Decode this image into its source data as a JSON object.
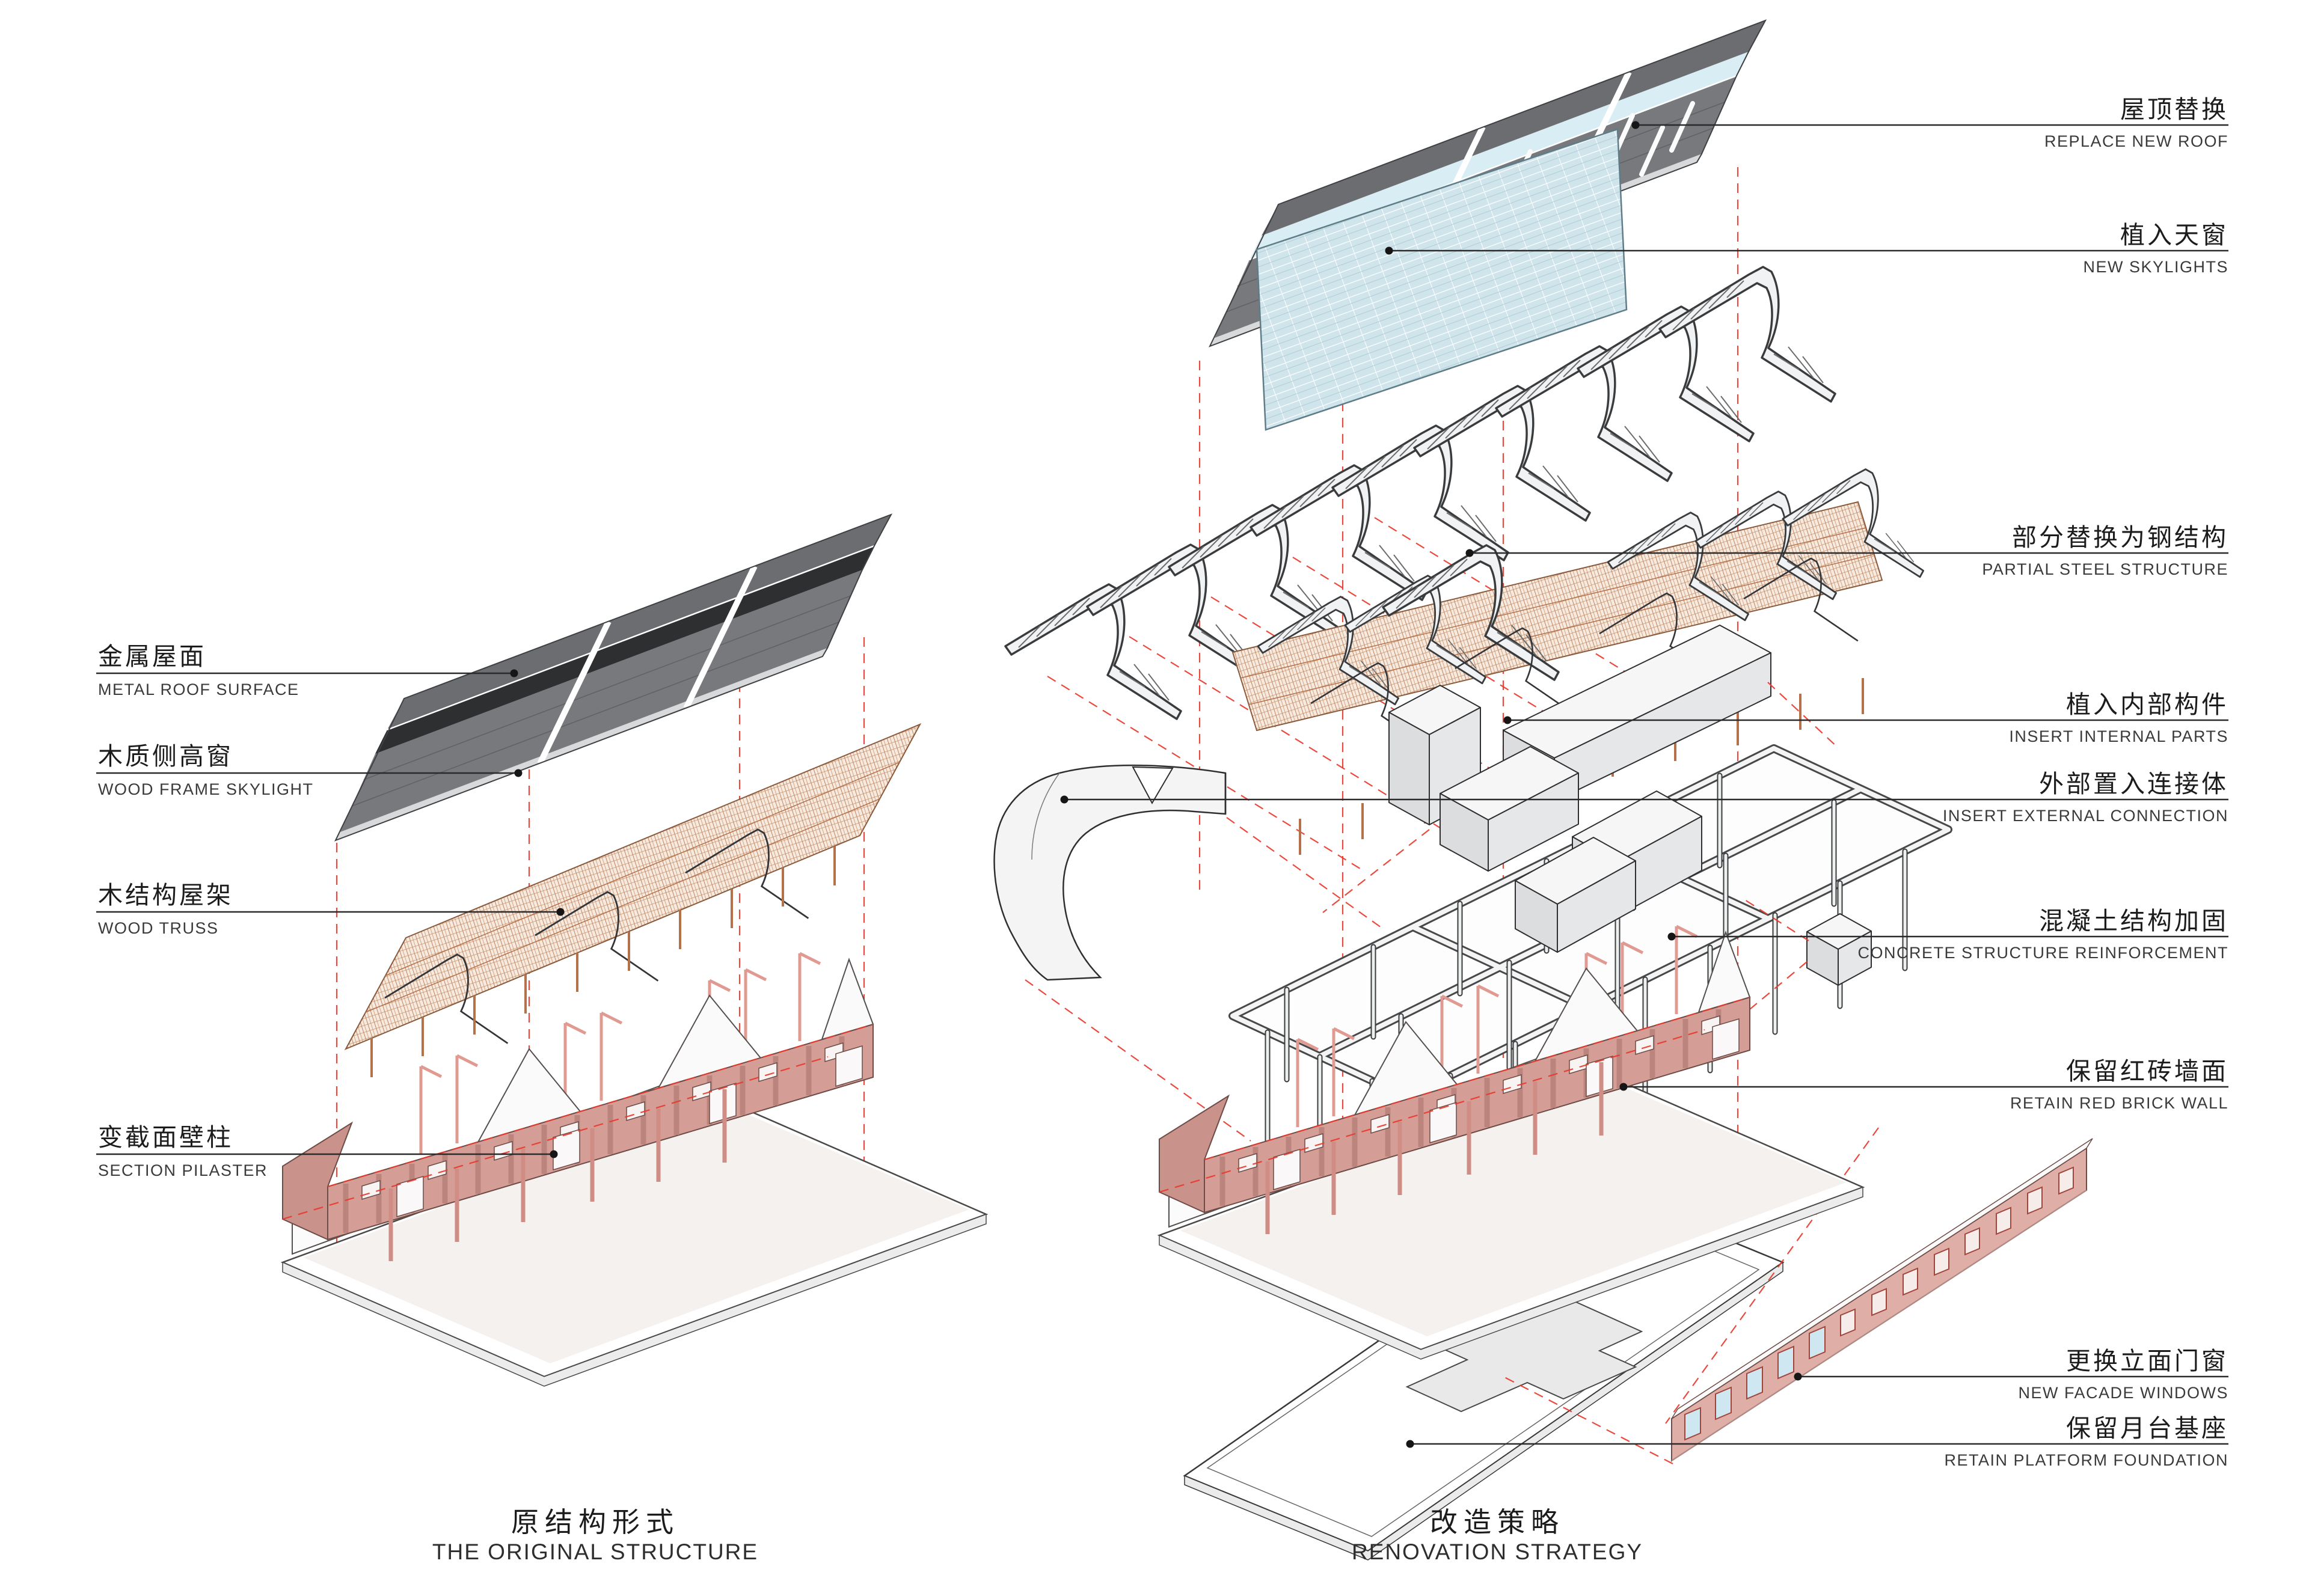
{
  "colors": {
    "background": "#ffffff",
    "ink": "#1c1c1c",
    "leader_line": "#2a2a2a",
    "dashed_red": "#e8392e",
    "roof_gray": "#77797c",
    "roof_dark_band": "#2e2f31",
    "ridge_skylight_blue": "#d9edf4",
    "glass_grid_blue": "#cfe4eb",
    "wood_truss_orange": "#b5714a",
    "steel_truss_gray": "#f0f2f3",
    "brick_pink": "#d49e97",
    "concrete_white": "#f4f4f5"
  },
  "diagrams": [
    {
      "id": "original-structure",
      "caption": {
        "zh": "原结构形式",
        "en": "THE ORIGINAL STRUCTURE"
      },
      "labels": [
        {
          "id": "metal-roof-surface",
          "zh": "金属屋面",
          "en": "METAL ROOF SURFACE"
        },
        {
          "id": "wood-frame-skylight",
          "zh": "木质侧高窗",
          "en": "WOOD FRAME SKYLIGHT"
        },
        {
          "id": "wood-truss",
          "zh": "木结构屋架",
          "en": "WOOD TRUSS"
        },
        {
          "id": "section-pilaster",
          "zh": "变截面壁柱",
          "en": "SECTION PILASTER"
        }
      ]
    },
    {
      "id": "renovation-strategy",
      "caption": {
        "zh": "改造策略",
        "en": "RENOVATION STRATEGY"
      },
      "labels": [
        {
          "id": "replace-new-roof",
          "zh": "屋顶替换",
          "en": "REPLACE NEW ROOF"
        },
        {
          "id": "new-skylights",
          "zh": "植入天窗",
          "en": "NEW SKYLIGHTS"
        },
        {
          "id": "partial-steel-structure",
          "zh": "部分替换为钢结构",
          "en": "PARTIAL STEEL STRUCTURE"
        },
        {
          "id": "insert-internal-parts",
          "zh": "植入内部构件",
          "en": "INSERT INTERNAL PARTS"
        },
        {
          "id": "insert-external-connection",
          "zh": "外部置入连接体",
          "en": "INSERT EXTERNAL CONNECTION"
        },
        {
          "id": "concrete-structure-reinforcement",
          "zh": "混凝土结构加固",
          "en": "CONCRETE STRUCTURE REINFORCEMENT"
        },
        {
          "id": "retain-red-brick-wall",
          "zh": "保留红砖墙面",
          "en": "RETAIN RED BRICK WALL"
        },
        {
          "id": "new-facade-windows",
          "zh": "更换立面门窗",
          "en": "NEW FACADE WINDOWS"
        },
        {
          "id": "retain-platform-foundation",
          "zh": "保留月台基座",
          "en": "RETAIN PLATFORM FOUNDATION"
        }
      ]
    }
  ]
}
